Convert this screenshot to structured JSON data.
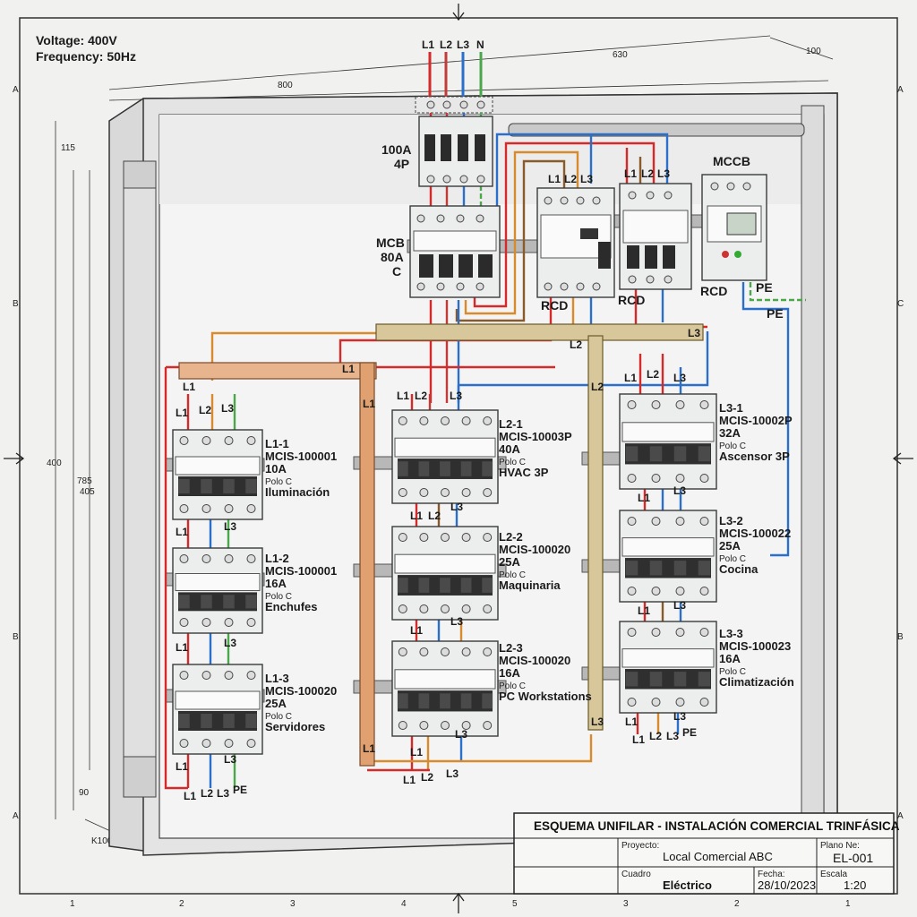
{
  "specs": {
    "voltage": "Voltage: 400V",
    "frequency": "Frequency: 50Hz"
  },
  "dimensions": {
    "top_right": "100",
    "top_width": "630",
    "panel_width": "800",
    "left_top": "115",
    "left_height": "400",
    "left_inner": "785",
    "left_inner2": "405",
    "left_bottom": "90",
    "bottom_corner": "K100"
  },
  "grid": {
    "cols": [
      "1",
      "2",
      "3",
      "4",
      "5",
      "3",
      "2",
      "1"
    ],
    "rows_left": [
      "A",
      "B",
      "B",
      "A"
    ],
    "rows_right": [
      "A",
      "C",
      "B",
      "A"
    ]
  },
  "supply": {
    "phases": [
      "L1",
      "L2",
      "L3",
      "N"
    ]
  },
  "main_switch": {
    "rating": "100A",
    "poles": "4P"
  },
  "main_mcb": {
    "type": "MCB",
    "rating": "80A",
    "curve": "C"
  },
  "protection": {
    "rcd1": "RCD",
    "rcd2": "RCD",
    "rcd3": "RCD",
    "mccb": "MCCB",
    "pe1": "PE",
    "pe2": "PE"
  },
  "busbars": {
    "l1": "L1",
    "l2": "L2",
    "l3": "L3"
  },
  "column_feed": {
    "left": [
      "L1",
      "L2",
      "L3"
    ],
    "right": [
      "L1",
      "L2",
      "L3"
    ]
  },
  "circuits": [
    {
      "id": "L1-1",
      "model": "MCIS-100001",
      "rating": "10A",
      "curve": "Polo C",
      "load": "Iluminación"
    },
    {
      "id": "L1-2",
      "model": "MCIS-100001",
      "rating": "16A",
      "curve": "Polo C",
      "load": "Enchufes"
    },
    {
      "id": "L1-3",
      "model": "MCIS-100020",
      "rating": "25A",
      "curve": "Polo C",
      "load": "Servidores"
    },
    {
      "id": "L2-1",
      "model": "MCIS-10003P",
      "rating": "40A",
      "curve": "Polo C",
      "load": "HVAC 3P"
    },
    {
      "id": "L2-2",
      "model": "MCIS-100020",
      "rating": "25A",
      "curve": "Polo C",
      "load": "Maquinaria"
    },
    {
      "id": "L2-3",
      "model": "MCIS-100020",
      "rating": "16A",
      "curve": "Polo C",
      "load": "PC Workstations"
    },
    {
      "id": "L3-1",
      "model": "MCIS-10002P",
      "rating": "32A",
      "curve": "Polo C",
      "load": "Ascensor 3P"
    },
    {
      "id": "L3-2",
      "model": "MCIS-100022",
      "rating": "25A",
      "curve": "Polo C",
      "load": "Cocina"
    },
    {
      "id": "L3-3",
      "model": "MCIS-100023",
      "rating": "16A",
      "curve": "Polo C",
      "load": "Climatización"
    }
  ],
  "outputs": {
    "left": [
      "L1",
      "L2",
      "L3",
      "PE"
    ],
    "middle": [
      "L1",
      "L2",
      "L3"
    ],
    "right": [
      "L1",
      "L2",
      "L3",
      "PE"
    ]
  },
  "title_block": {
    "title": "ESQUEMA UNIFILAR - INSTALACIÓN COMERCIAL TRINFÁSICA",
    "project_label": "Proyecto:",
    "project_value": "Local Comercial ABC",
    "plan_label": "Plano Ne:",
    "plan_value": "EL-001",
    "cuadro_label": "Cuadro",
    "cuadro_value": "Eléctrico",
    "date_label": "Fecha:",
    "date_value": "28/10/2023",
    "scale_label": "Escala",
    "scale_value": "1:20"
  },
  "colors": {
    "l1": "#d42a2a",
    "l2": "#8a5a2b",
    "l3": "#2a6fc9",
    "n": "#4aa84a",
    "orange": "#d88a2e",
    "bus_l1": "#e8b48e",
    "bus_l2": "#d8c79a"
  }
}
